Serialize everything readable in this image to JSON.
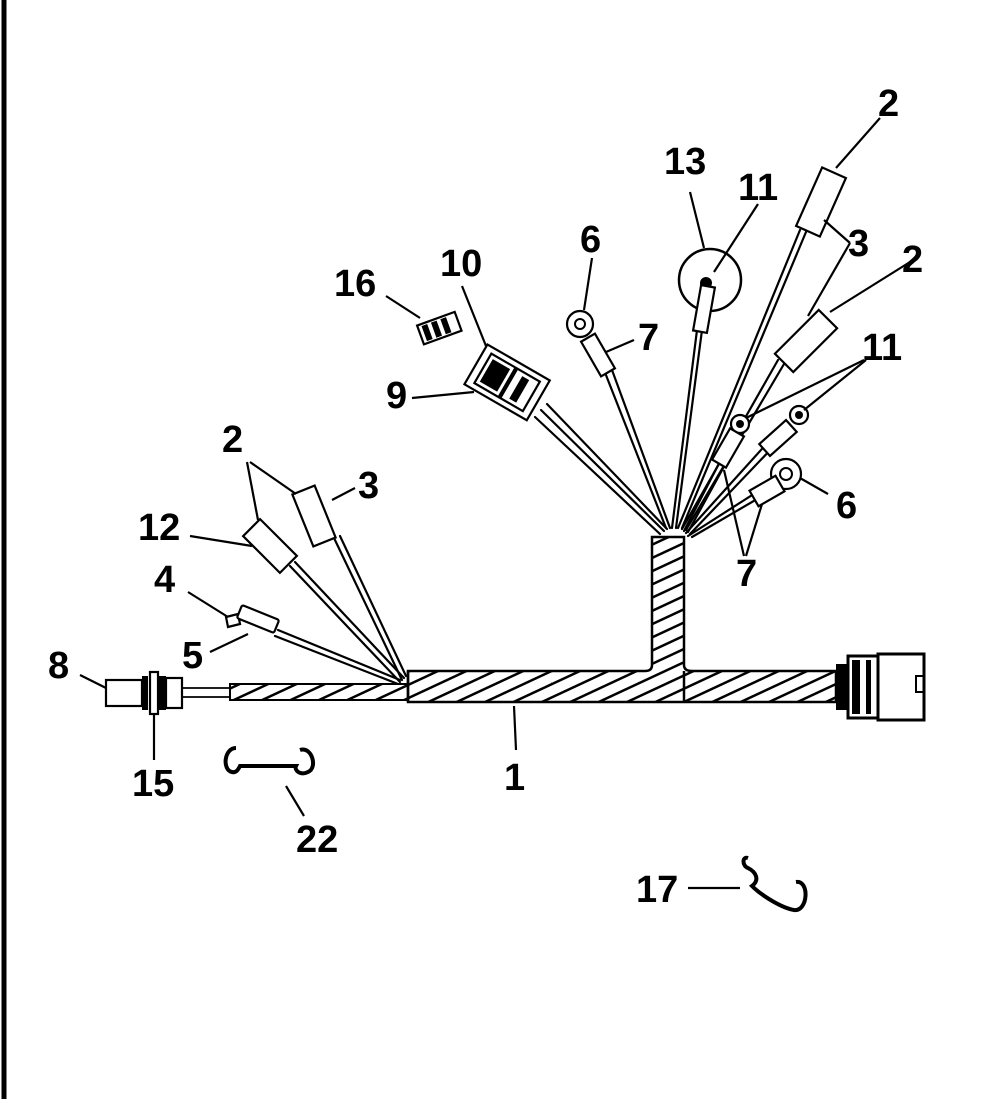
{
  "diagram": {
    "callouts": {
      "c1": "1",
      "c2a": "2",
      "c2b": "2",
      "c2c": "2",
      "c3a": "3",
      "c3b": "3",
      "c4": "4",
      "c5": "5",
      "c6a": "6",
      "c6b": "6",
      "c7a": "7",
      "c7b": "7",
      "c8": "8",
      "c9": "9",
      "c10": "10",
      "c11a": "11",
      "c11b": "11",
      "c12": "12",
      "c13": "13",
      "c15": "15",
      "c16": "16",
      "c17": "17",
      "c22": "22"
    }
  }
}
